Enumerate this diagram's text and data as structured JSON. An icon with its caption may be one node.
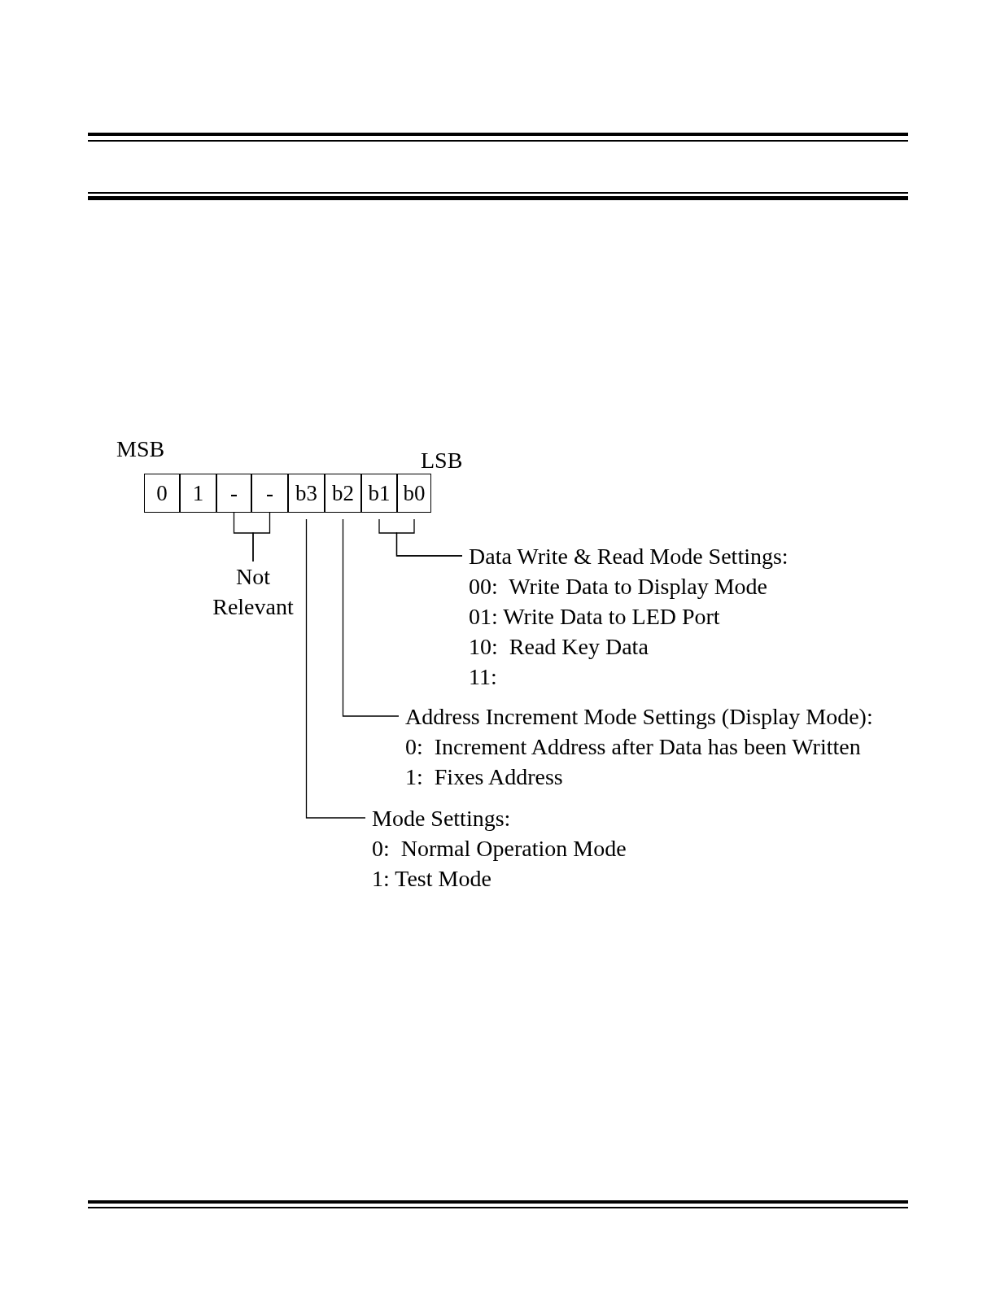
{
  "diagram": {
    "nodes": [
      {
        "text": [
          "0"
        ]
      },
      {
        "text": [
          "1"
        ]
      },
      {
        "text": [
          "-"
        ]
      },
      {
        "text": [
          "-"
        ]
      },
      {
        "text": [
          "b3"
        ]
      },
      {
        "text": [
          "b2"
        ]
      },
      {
        "text": [
          "b1"
        ]
      },
      {
        "text": [
          "b0"
        ]
      },
      {
        "text": [
          "Not Relevant"
        ]
      },
      {
        "text": [
          "Data Write & Read Mode Settings:",
          "00:  Write Data to Display Mode",
          "01: Write Data to LED Port",
          "10:  Read Key Data",
          "11:"
        ]
      },
      {
        "text": [
          "Address Increment Mode Settings (Display Mode):",
          "0:  Increment Address after Data has been Written",
          "1:  Fixes Address"
        ]
      },
      {
        "text": [
          "Mode Settings:",
          "0:  Normal Operation Mode",
          "1: Test Mode"
        ]
      }
    ],
    "edges": [
      {
        "from": 2,
        "to": 8,
        "arrow": "none"
      },
      {
        "from": 3,
        "to": 8,
        "arrow": "none"
      },
      {
        "from": 7,
        "to": 9,
        "arrow": "none"
      },
      {
        "from": 6,
        "to": 9,
        "arrow": "none"
      },
      {
        "from": 5,
        "to": 10,
        "arrow": "none"
      },
      {
        "from": 4,
        "to": 11,
        "arrow": "none"
      }
    ],
    "labels": [
      "MSB",
      "LSB"
    ]
  }
}
